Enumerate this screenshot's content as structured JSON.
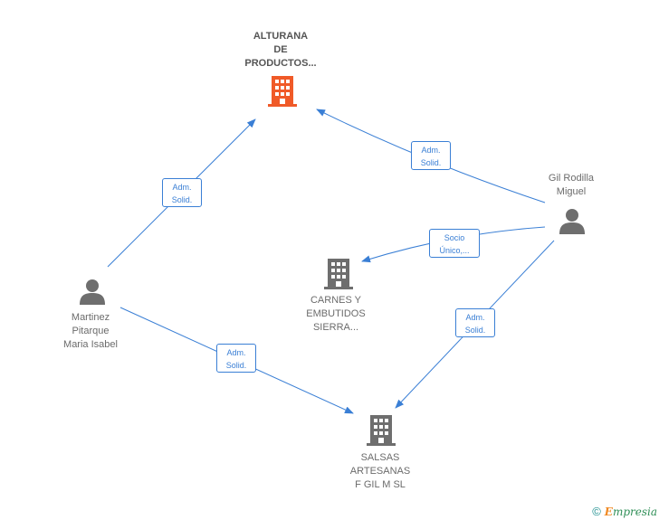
{
  "nodes": {
    "alturana": {
      "label_lines": [
        "ALTURANA",
        "DE",
        "PRODUCTOS..."
      ],
      "icon": "building-icon",
      "color": "#f05a28"
    },
    "carnes": {
      "label_lines": [
        "CARNES Y",
        "EMBUTIDOS",
        "SIERRA..."
      ],
      "icon": "building-icon",
      "color": "#6e6e6e"
    },
    "salsas": {
      "label_lines": [
        "SALSAS",
        "ARTESANAS",
        "F GIL M SL"
      ],
      "icon": "building-icon",
      "color": "#6e6e6e"
    },
    "gil": {
      "label_lines": [
        "Gil Rodilla",
        "Miguel"
      ],
      "icon": "person-icon",
      "color": "#6e6e6e"
    },
    "martinez": {
      "label_lines": [
        "Martinez",
        "Pitarque",
        "Maria Isabel"
      ],
      "icon": "person-icon",
      "color": "#6e6e6e"
    }
  },
  "edges": {
    "martinez_alturana": {
      "lines": [
        "Adm.",
        "Solid."
      ]
    },
    "gil_alturana": {
      "lines": [
        "Adm.",
        "Solid."
      ]
    },
    "gil_carnes": {
      "lines": [
        "Socio",
        "Único,..."
      ]
    },
    "gil_salsas": {
      "lines": [
        "Adm.",
        "Solid."
      ]
    },
    "martinez_salsas": {
      "lines": [
        "Adm.",
        "Solid."
      ]
    }
  },
  "colors": {
    "edge": "#3a7fd5",
    "main_node": "#f05a28",
    "node": "#6e6e6e"
  },
  "footer": {
    "copyright_symbol": "©",
    "brand_initial": "E",
    "brand_rest": "mpresia"
  }
}
